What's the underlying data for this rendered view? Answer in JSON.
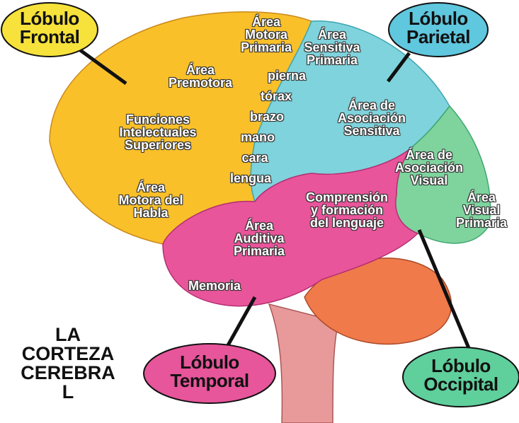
{
  "title_lines": [
    "LA",
    "CORTEZA",
    "CEREBRA",
    "L"
  ],
  "lobes": {
    "frontal": [
      "Lóbulo",
      "Frontal"
    ],
    "parietal": [
      "Lóbulo",
      "Parietal"
    ],
    "temporal": [
      "Lóbulo",
      "Temporal"
    ],
    "occipital": [
      "Lóbulo",
      "Occipital"
    ]
  },
  "areas": {
    "motora_primaria": [
      "Área",
      "Motora",
      "Primaria"
    ],
    "sensitiva_primaria": [
      "Área",
      "Sensitiva",
      "Primaria"
    ],
    "premotora": [
      "Área",
      "Premotora"
    ],
    "funciones_intelectuales": [
      "Funciones",
      "Intelectuales",
      "Superiores"
    ],
    "motora_habla": [
      "Área",
      "Motora del",
      "Habla"
    ],
    "asociacion_sensitiva": [
      "Área de",
      "Asociación",
      "Sensitiva"
    ],
    "asociacion_visual": [
      "Área de",
      "Asociación",
      "Visual"
    ],
    "visual_primaria": [
      "Área",
      "Visual",
      "Primaria"
    ],
    "comprension_lenguaje": [
      "Comprensión",
      "y formación",
      "del lenguaje"
    ],
    "auditiva_primaria": [
      "Área",
      "Auditiva",
      "Primaria"
    ],
    "memoria": [
      "Memoria"
    ]
  },
  "body_parts": [
    "pierna",
    "tórax",
    "brazo",
    "mano",
    "cara",
    "lengua"
  ],
  "colors": {
    "frontal": "#f9c02a",
    "parietal": "#7fd3dc",
    "temporal": "#e9559b",
    "occipital": "#7fd49e",
    "cerebellum": "#f07a4a",
    "brainstem": "#e89a9a",
    "lobe_frontal_bubble": "#f6e23a",
    "lobe_parietal_bubble": "#5fc7de",
    "lobe_temporal_bubble": "#e7559a",
    "lobe_occipital_bubble": "#5fcf9c"
  }
}
